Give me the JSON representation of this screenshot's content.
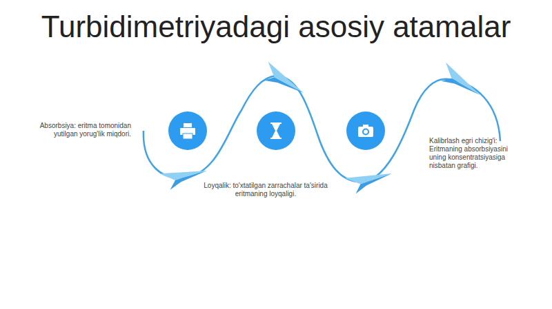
{
  "diagram": {
    "title": "Turbidimetriyadagi asosiy atamalar",
    "labels": [
      "Absorbsiya: eritma tomonidan yutilgan yorug'lik miqdori.",
      "Loyqalik: to'xtatilgan zarrachalar ta'sirida eritmaning loyqaligi.",
      "Kalibrlash egri chizig'i: Eritmaning absorbsiyasini uning konsentratsiyasiga nisbatan grafigi."
    ]
  }
}
